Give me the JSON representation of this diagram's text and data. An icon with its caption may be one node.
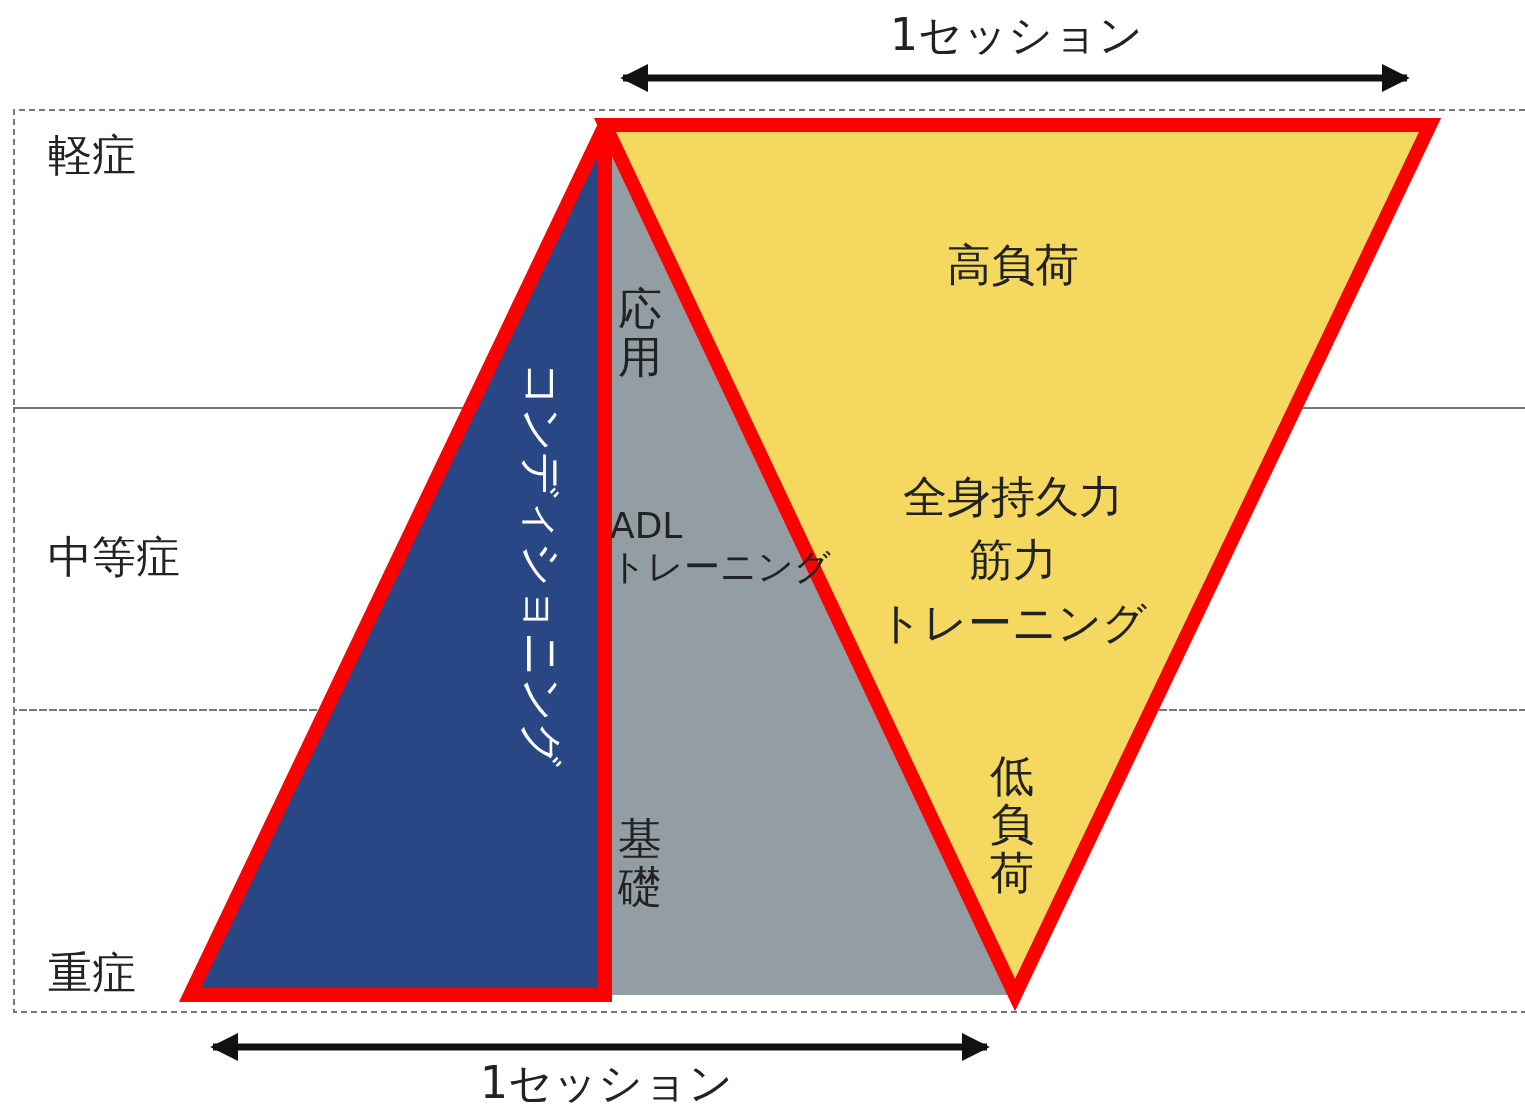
{
  "diagram": {
    "nodes": [
      {
        "text": [
          "コンディショニング"
        ]
      },
      {
        "text": [
          "応用",
          "ADL トレーニング",
          "基礎"
        ]
      },
      {
        "text": [
          "高負荷",
          "全身持久力",
          "筋力",
          "トレーニング",
          "低負荷"
        ]
      }
    ],
    "edges": [],
    "labels": [
      "1セッション",
      "軽症",
      "中等症",
      "重症",
      "1セッション"
    ]
  }
}
